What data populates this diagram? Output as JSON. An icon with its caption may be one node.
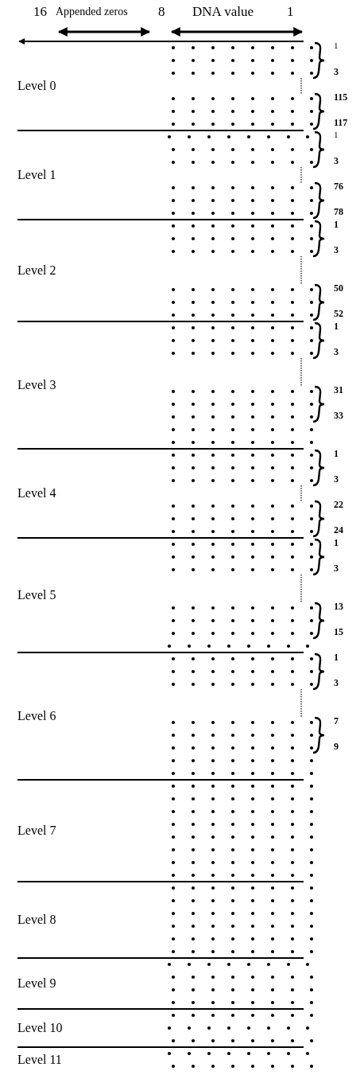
{
  "diagram": {
    "labels": [
      "16",
      "Appended zeros",
      "8",
      "DNA value",
      "1",
      "Level 0",
      "1",
      "3",
      "115",
      "117",
      "Level 1",
      "1",
      "3",
      "76",
      "78",
      "Level 2",
      "1",
      "3",
      "50",
      "52",
      "Level 3",
      "1",
      "3",
      "31",
      "33",
      "Level 4",
      "1",
      "3",
      "22",
      "24",
      "Level 5",
      "1",
      "3",
      "13",
      "15",
      "Level 6",
      "1",
      "3",
      "7",
      "9",
      "Level 7",
      "Level 8",
      "Level 9",
      "Level 10",
      "Level 11"
    ]
  }
}
